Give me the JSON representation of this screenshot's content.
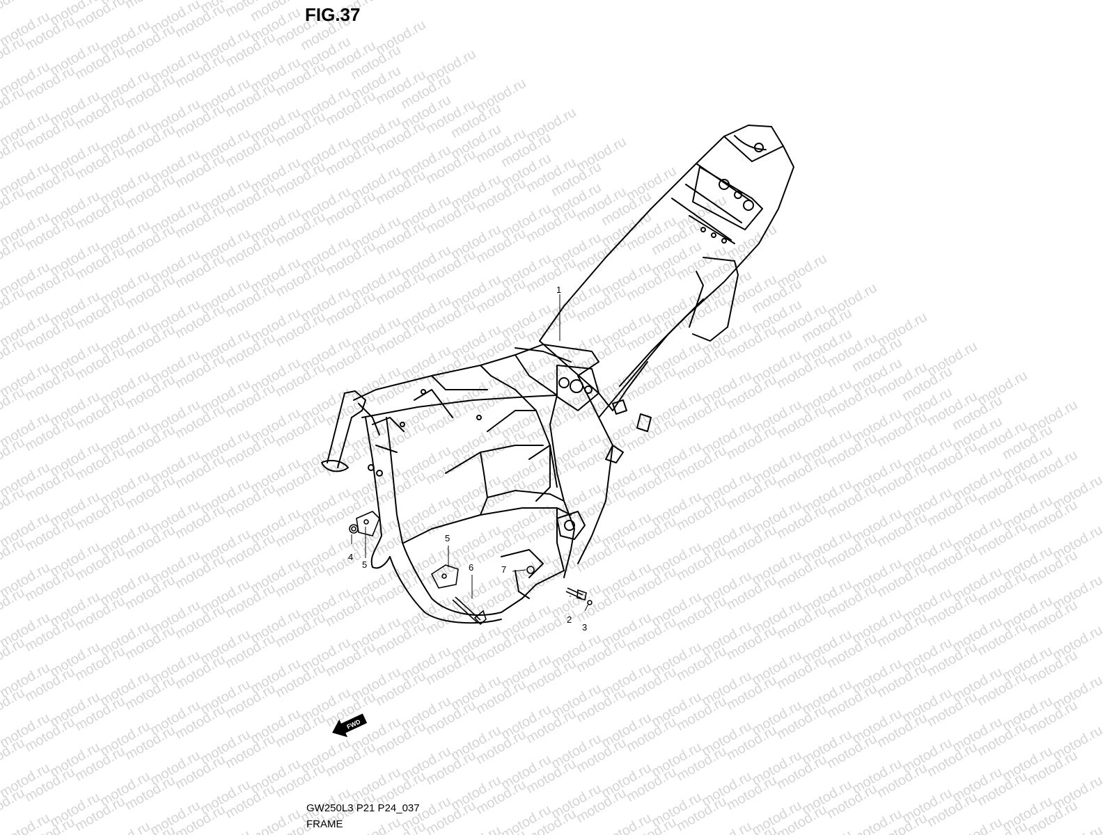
{
  "figure": {
    "title": "FIG.37"
  },
  "watermark": {
    "text": "motod.ru"
  },
  "callouts": [
    {
      "id": "c1",
      "label": "1"
    },
    {
      "id": "c2",
      "label": "2"
    },
    {
      "id": "c3",
      "label": "3"
    },
    {
      "id": "c4",
      "label": "4"
    },
    {
      "id": "c5a",
      "label": "5"
    },
    {
      "id": "c5b",
      "label": "5"
    },
    {
      "id": "c6",
      "label": "6"
    },
    {
      "id": "c7",
      "label": "7"
    }
  ],
  "fwd_arrow": {
    "label": "FWD"
  },
  "footer": {
    "code": "GW250L3 P21 P24_037",
    "name": "FRAME"
  }
}
